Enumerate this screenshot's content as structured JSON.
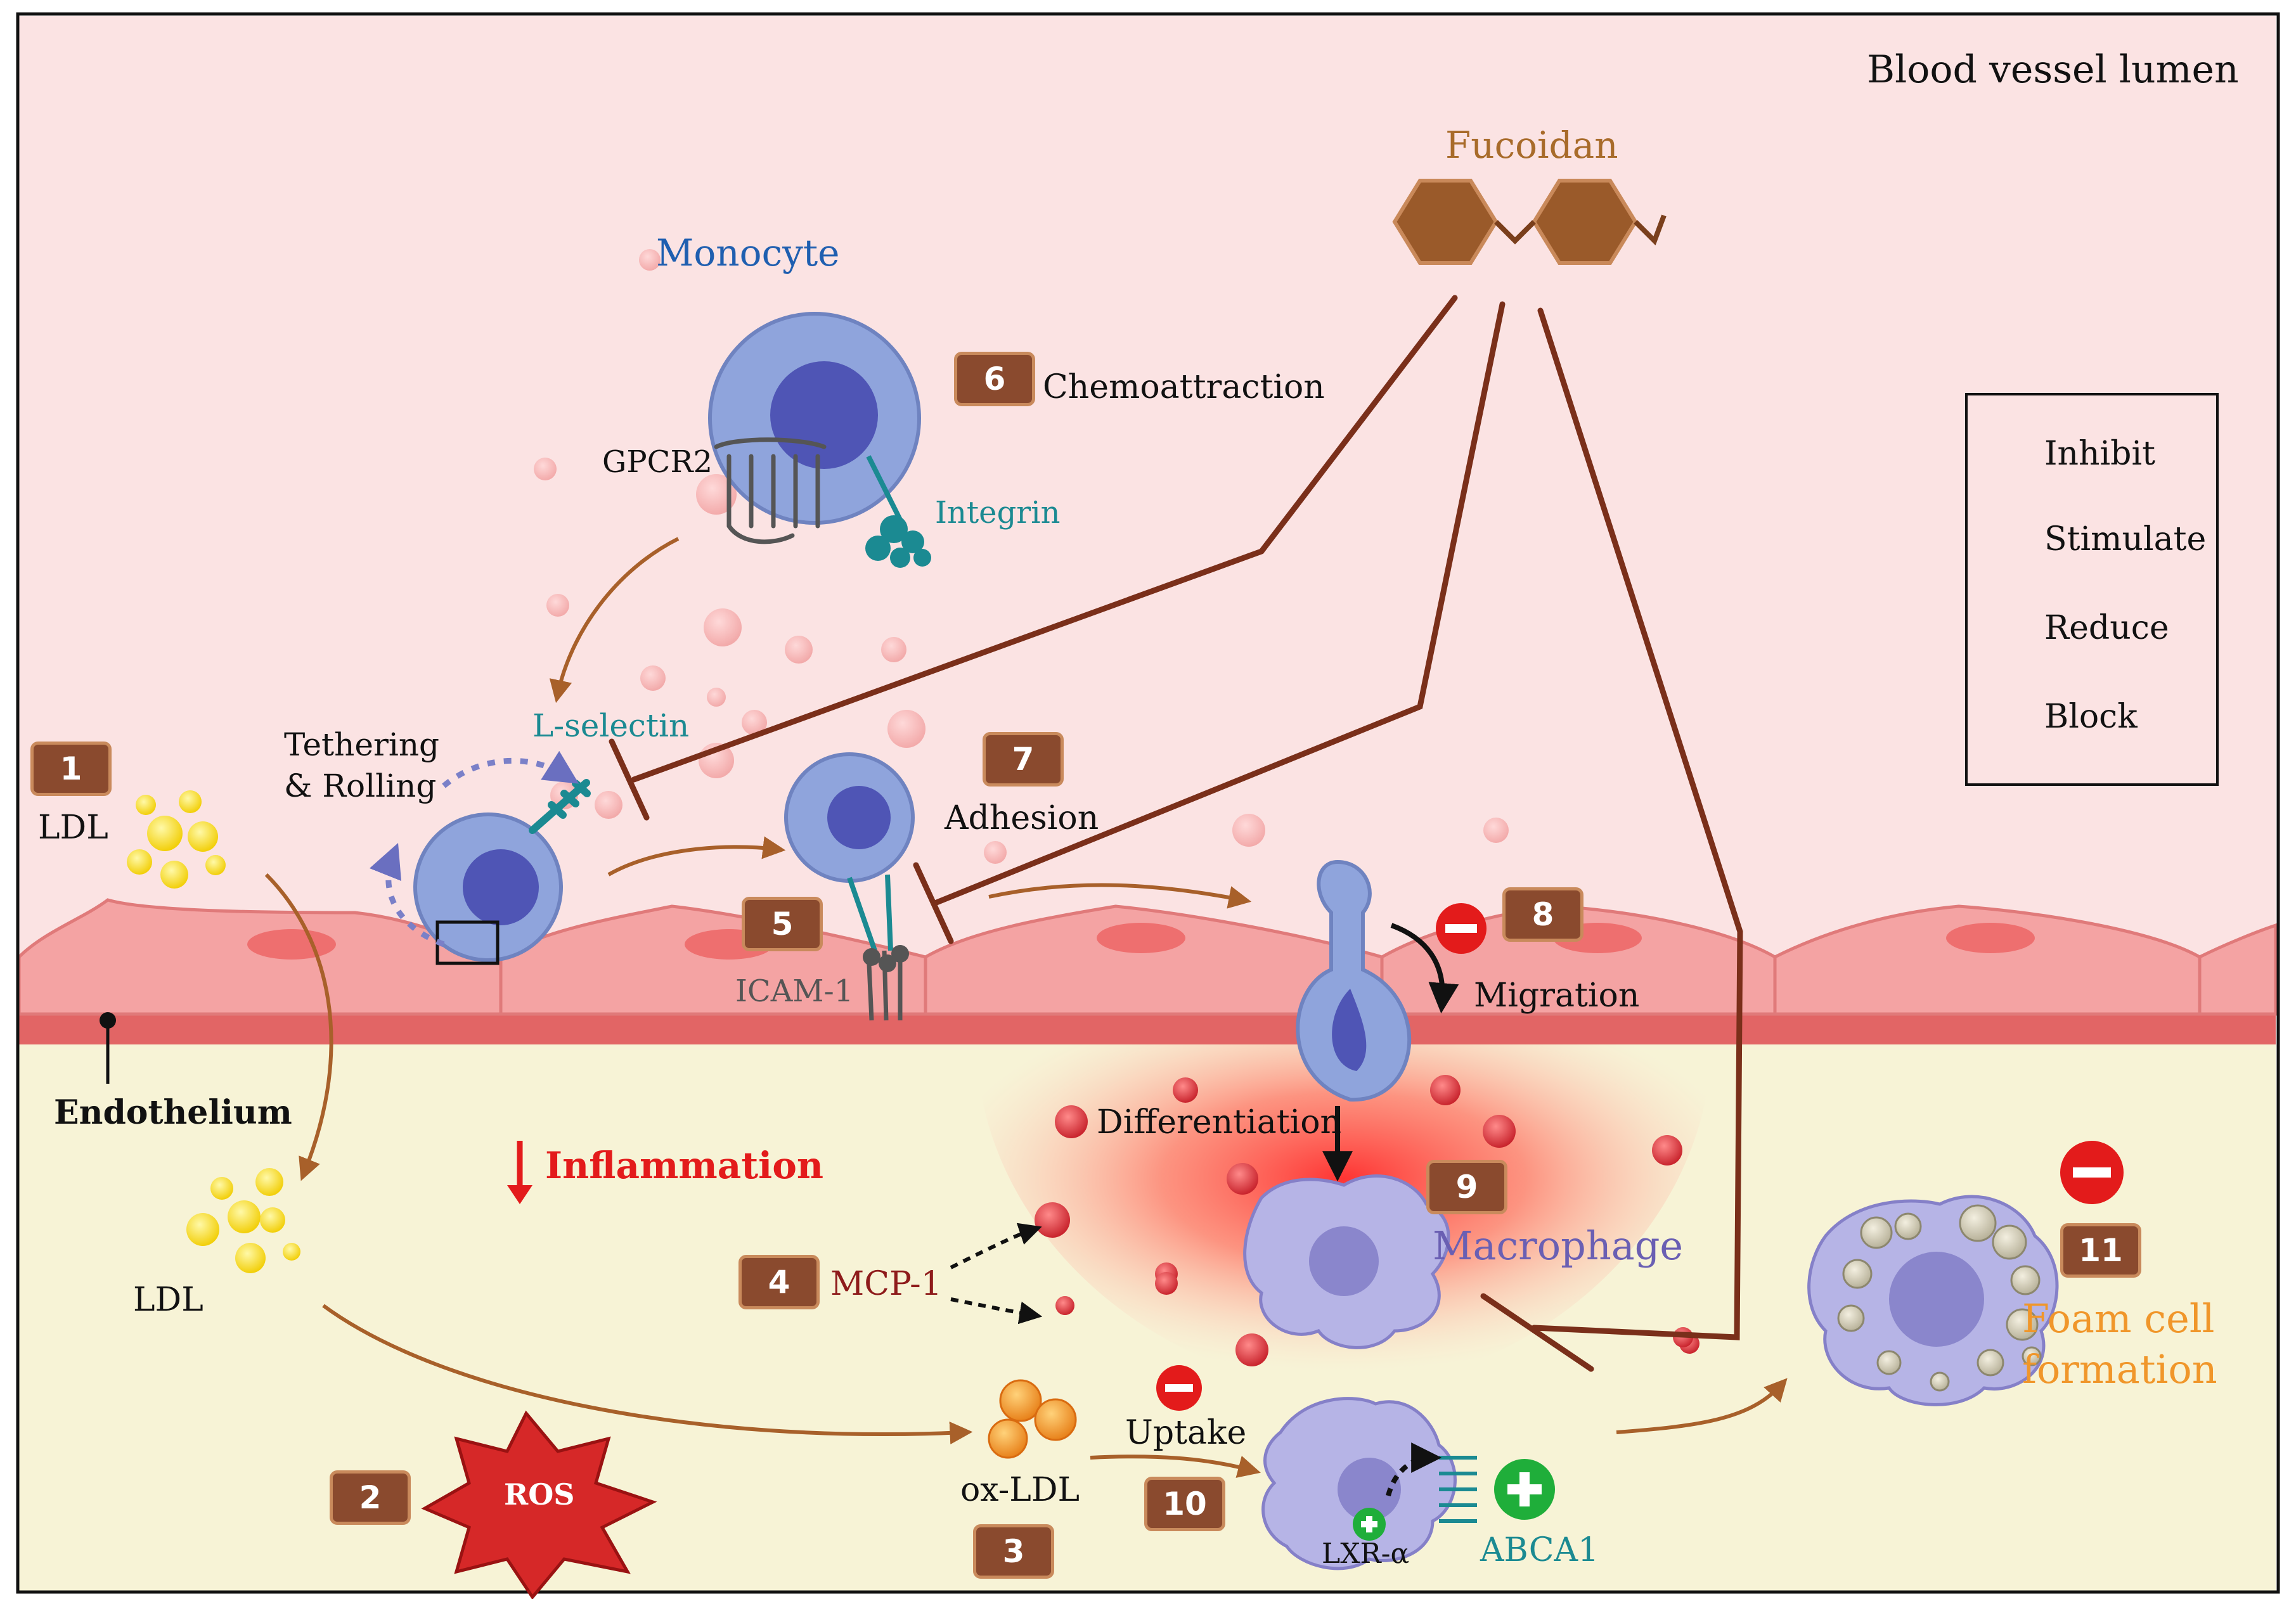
{
  "lumen_label": "Blood vessel lumen",
  "fucoidan_label": "Fucoidan",
  "monocyte_label": "Monocyte",
  "gpcr_label": "GPCR2",
  "integrin_label": "Integrin",
  "chemoattraction_label": "Chemoattraction",
  "lselectin_label": "L-selectin",
  "tethering_label_1": "Tethering",
  "tethering_label_2": "& Rolling",
  "adhesion_label": "Adhesion",
  "icam_label": "ICAM-1",
  "migration_label": "Migration",
  "differentiation_label": "Differentiation",
  "macrophage_label": "Macrophage",
  "ldl_label_top": "LDL",
  "ldl_label_bottom": "LDL",
  "endothelium_label": "Endothelium",
  "inflammation_label": "Inflammation",
  "mcp_label": "MCP-1",
  "ros_label": "ROS",
  "oxldl_label": "ox-LDL",
  "uptake_label": "Uptake",
  "lxr_label": "LXR-α",
  "abca_label": "ABCA1",
  "foam_label_1": "Foam cell",
  "foam_label_2": "formation",
  "steps": [
    "1",
    "2",
    "3",
    "4",
    "5",
    "6",
    "7",
    "8",
    "9",
    "10",
    "11"
  ],
  "legend": {
    "inhibit": "Inhibit",
    "stimulate": "Stimulate",
    "reduce": "Reduce",
    "block": "Block"
  },
  "colors": {
    "lumen": "#fbe3e3",
    "tissue": "#f7f3d6",
    "endothelium": "#f19a9a",
    "monocyte": "#8fa4dc",
    "nucleus": "#4f55b5",
    "fucoidan": "#9a5a2a",
    "inhibit_red": "#e31b1b",
    "stimulate_green": "#1fae3a",
    "ldl_yellow": "#f5dc1c"
  }
}
